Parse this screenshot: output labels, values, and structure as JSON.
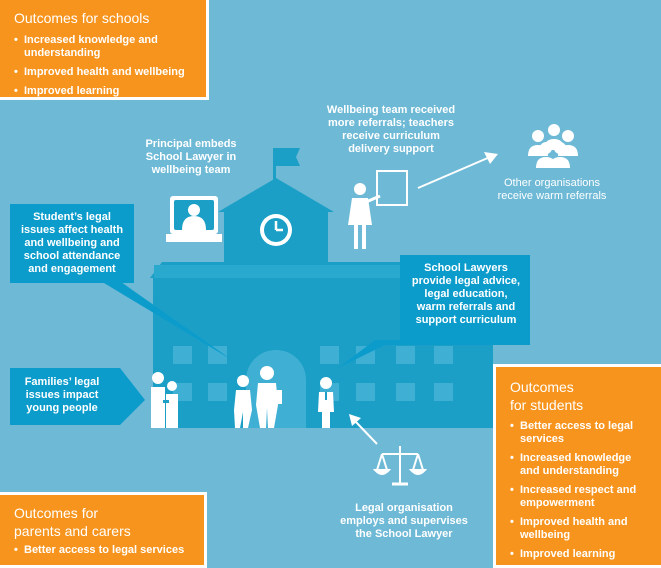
{
  "schools": {
    "title": "Outcomes for schools",
    "items": [
      "Increased knowledge and understanding",
      "Improved health and wellbeing",
      "Improved learning"
    ]
  },
  "students": {
    "title_line1": "Outcomes",
    "title_line2": "for students",
    "items": [
      "Better access to legal services",
      "Increased knowledge and understanding",
      "Increased respect and empowerment",
      "Improved health and wellbeing",
      "Improved learning"
    ]
  },
  "parents": {
    "title_line1": "Outcomes for",
    "title_line2": "parents and carers",
    "items": [
      "Better access to legal services"
    ]
  },
  "labels": {
    "principal": "Principal embeds\nSchool Lawyer in\nwellbeing team",
    "wellbeing": "Wellbeing team received\nmore referrals; teachers\nreceive curriculum\ndelivery support",
    "other_orgs": "Other organisations\nreceive warm referrals",
    "student_issues": "Student’s legal\nissues affect health\nand wellbeing and\nschool attendance\nand engagement",
    "school_lawyers": "School Lawyers\nprovide legal advice,\nlegal education,\nwarm referrals and\nsupport curriculum",
    "families": "Families’ legal\nissues impact\nyoung people",
    "legal_org": "Legal organisation\nemploys and supervises\nthe School Lawyer"
  },
  "colors": {
    "background": "#6db9d6",
    "building": "#1c9fc6",
    "callout": "#0b9ccc",
    "orange": "#f7941d",
    "white": "#ffffff"
  }
}
